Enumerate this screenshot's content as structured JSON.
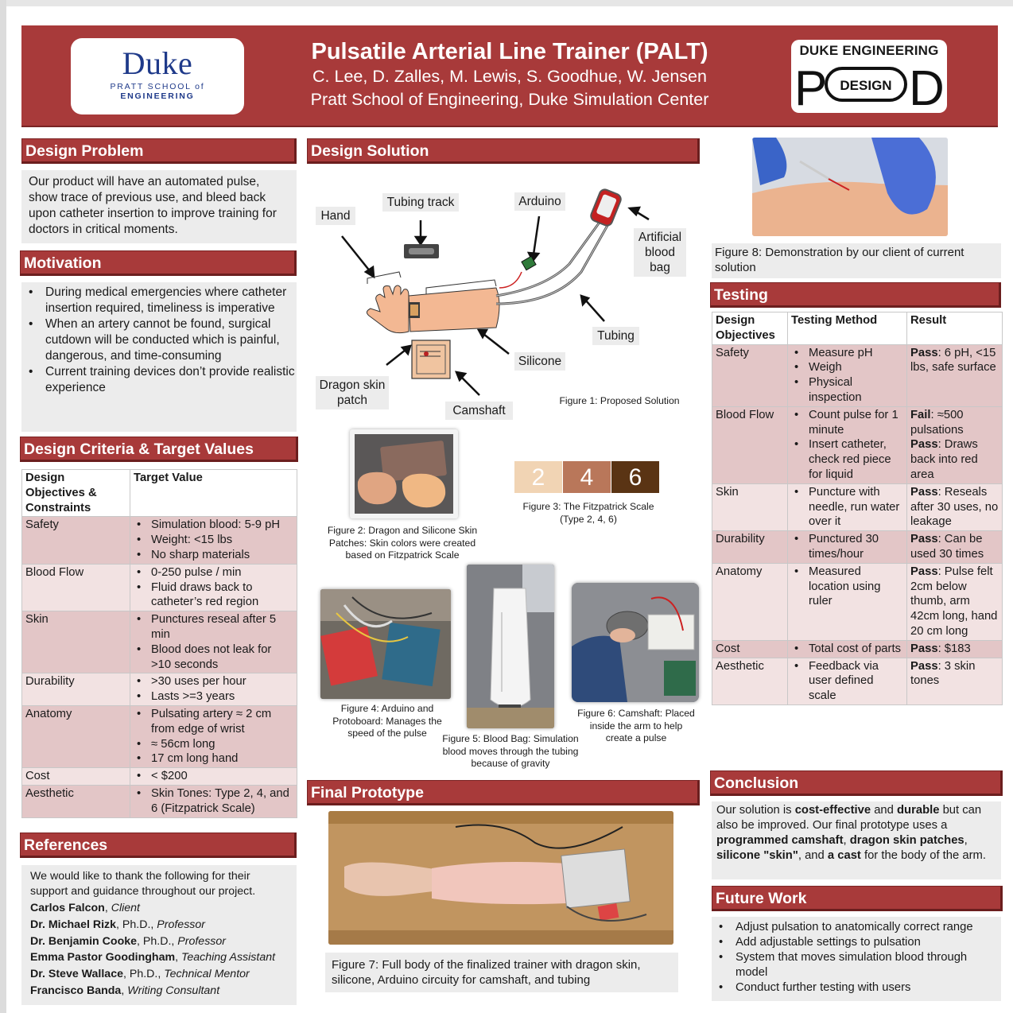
{
  "header": {
    "title": "Pulsatile Arterial Line Trainer (PALT)",
    "authors": "C. Lee, D. Zalles, M. Lewis, S. Goodhue, W. Jensen",
    "affiliation": "Pratt School of Engineering, Duke Simulation Center",
    "duke_logo": {
      "word": "Duke",
      "line1": "PRATT SCHOOL of",
      "line2": "ENGINEERING"
    },
    "pod_logo": {
      "top": "DUKE ENGINEERING",
      "left_letter": "P",
      "center": "DESIGN",
      "right_letter": "D"
    }
  },
  "design_problem": {
    "heading": "Design Problem",
    "text": "Our product will have an automated pulse, show trace of previous use, and bleed back upon catheter insertion to improve training for doctors in critical moments."
  },
  "motivation": {
    "heading": "Motivation",
    "items": [
      "During medical emergencies where catheter insertion required, timeliness is imperative",
      "When an artery cannot be found, surgical cutdown will be conducted which is painful, dangerous, and time-consuming",
      "Current training devices don’t provide realistic experience"
    ]
  },
  "criteria": {
    "heading": "Design Criteria & Target Values",
    "col1": "Design Objectives & Constraints",
    "col2": "Target Value",
    "rows": [
      {
        "name": "Safety",
        "items": [
          "Simulation blood: 5-9 pH",
          "Weight: <15 lbs",
          "No sharp materials"
        ]
      },
      {
        "name": "Blood Flow",
        "items": [
          "0-250 pulse / min",
          "Fluid draws back to catheter’s red region"
        ]
      },
      {
        "name": "Skin",
        "items": [
          "Punctures reseal after 5 min",
          "Blood does not leak for >10 seconds"
        ]
      },
      {
        "name": "Durability",
        "items": [
          ">30 uses per hour",
          "Lasts >=3 years"
        ]
      },
      {
        "name": "Anatomy",
        "items": [
          "Pulsating artery ≈ 2 cm from edge of wrist",
          "≈ 56cm long",
          "17 cm long hand"
        ]
      },
      {
        "name": "Cost",
        "items": [
          "< $200"
        ]
      },
      {
        "name": "Aesthetic",
        "items": [
          "Skin Tones: Type 2, 4, and 6 (Fitzpatrick Scale)"
        ]
      }
    ]
  },
  "references": {
    "heading": "References",
    "intro": "We would like to thank the following for their support and guidance throughout our project.",
    "people": [
      {
        "name": "Carlos Falcon",
        "degree": "",
        "role": "Client"
      },
      {
        "name": "Dr. Michael Rizk",
        "degree": ", Ph.D., ",
        "role": "Professor"
      },
      {
        "name": "Dr. Benjamin Cooke",
        "degree": ", Ph.D., ",
        "role": "Professor"
      },
      {
        "name": "Emma Pastor Goodingham",
        "degree": ", ",
        "role": "Teaching Assistant"
      },
      {
        "name": "Dr. Steve Wallace",
        "degree": ", Ph.D., ",
        "role": "Technical Mentor"
      },
      {
        "name": "Francisco Banda",
        "degree": ", ",
        "role": "Writing Consultant"
      }
    ]
  },
  "design_solution": {
    "heading": "Design Solution",
    "labels": {
      "hand": "Hand",
      "tubing_track": "Tubing track",
      "arduino": "Arduino",
      "artificial_blood_bag": "Artificial blood bag",
      "tubing": "Tubing",
      "silicone": "Silicone",
      "dragon_skin_patch": "Dragon skin patch",
      "camshaft": "Camshaft"
    },
    "fig1_caption": "Figure 1: Proposed Solution",
    "fig2_caption": "Figure 2: Dragon and Silicone Skin Patches: Skin colors were created based on Fitzpatrick Scale",
    "fig3_caption": "Figure 3: The Fitzpatrick Scale (Type 2, 4, 6)",
    "fitzpatrick": [
      {
        "label": "2",
        "color": "#f1d4b4"
      },
      {
        "label": "4",
        "color": "#b9775a"
      },
      {
        "label": "6",
        "color": "#5a3414"
      }
    ],
    "fig4_caption": "Figure 4: Arduino and Protoboard: Manages the speed of the pulse",
    "fig5_caption": "Figure 5: Blood Bag: Simulation blood moves through the tubing because of gravity",
    "fig6_caption": "Figure 6: Camshaft: Placed inside the arm to help create a pulse"
  },
  "final_prototype": {
    "heading": "Final Prototype",
    "fig7_caption": "Figure 7: Full body of the finalized trainer with dragon skin, silicone, Arduino circuity for camshaft, and tubing"
  },
  "fig8_caption": "Figure 8: Demonstration by our client of current solution",
  "testing": {
    "heading": "Testing",
    "col1": "Design Objectives",
    "col2": "Testing Method",
    "col3": "Result",
    "rows": [
      {
        "name": "Safety",
        "methods": [
          "Measure pH",
          "Weigh",
          "Physical inspection"
        ],
        "results": [
          {
            "label": "Pass",
            "text": ": 6 pH, <15 lbs, safe surface"
          }
        ]
      },
      {
        "name": "Blood Flow",
        "methods": [
          "Count pulse for 1 minute",
          "Insert catheter, check red piece for liquid"
        ],
        "results": [
          {
            "label": "Fail",
            "text": ": ≈500 pulsations"
          },
          {
            "label": "Pass",
            "text": ": Draws back into red area"
          }
        ]
      },
      {
        "name": "Skin",
        "methods": [
          "Puncture with needle, run water over it"
        ],
        "results": [
          {
            "label": "Pass",
            "text": ": Reseals after 30 uses, no leakage"
          }
        ]
      },
      {
        "name": "Durability",
        "methods": [
          "Punctured 30 times/hour"
        ],
        "results": [
          {
            "label": "Pass",
            "text": ": Can be used 30 times"
          }
        ]
      },
      {
        "name": "Anatomy",
        "methods": [
          "Measured location using ruler"
        ],
        "results": [
          {
            "label": "Pass",
            "text": ": Pulse felt 2cm below thumb, arm 42cm long, hand 20 cm long"
          }
        ]
      },
      {
        "name": "Cost",
        "methods": [
          "Total cost of parts"
        ],
        "results": [
          {
            "label": "Pass",
            "text": ": $183"
          }
        ]
      },
      {
        "name": "Aesthetic",
        "methods": [
          "Feedback via user defined scale"
        ],
        "results": [
          {
            "label": "Pass",
            "text": ": 3 skin tones"
          }
        ]
      }
    ]
  },
  "conclusion": {
    "heading": "Conclusion",
    "p1": "Our solution is ",
    "b1": "cost-effective",
    "p2": " and ",
    "b2": "durable",
    "p3": " but can also be improved. Our final prototype uses a ",
    "b3": "programmed camshaft",
    "p4": ", ",
    "b4": "dragon skin patches",
    "p5": ", ",
    "b5": "silicone \"skin\"",
    "p6": ", and ",
    "b6": "a cast",
    "p7": " for the body of the arm."
  },
  "future_work": {
    "heading": "Future Work",
    "items": [
      "Adjust pulsation to anatomically correct range",
      "Add adjustable settings to pulsation",
      "System that moves simulation blood through model",
      "Conduct further testing with users"
    ]
  }
}
